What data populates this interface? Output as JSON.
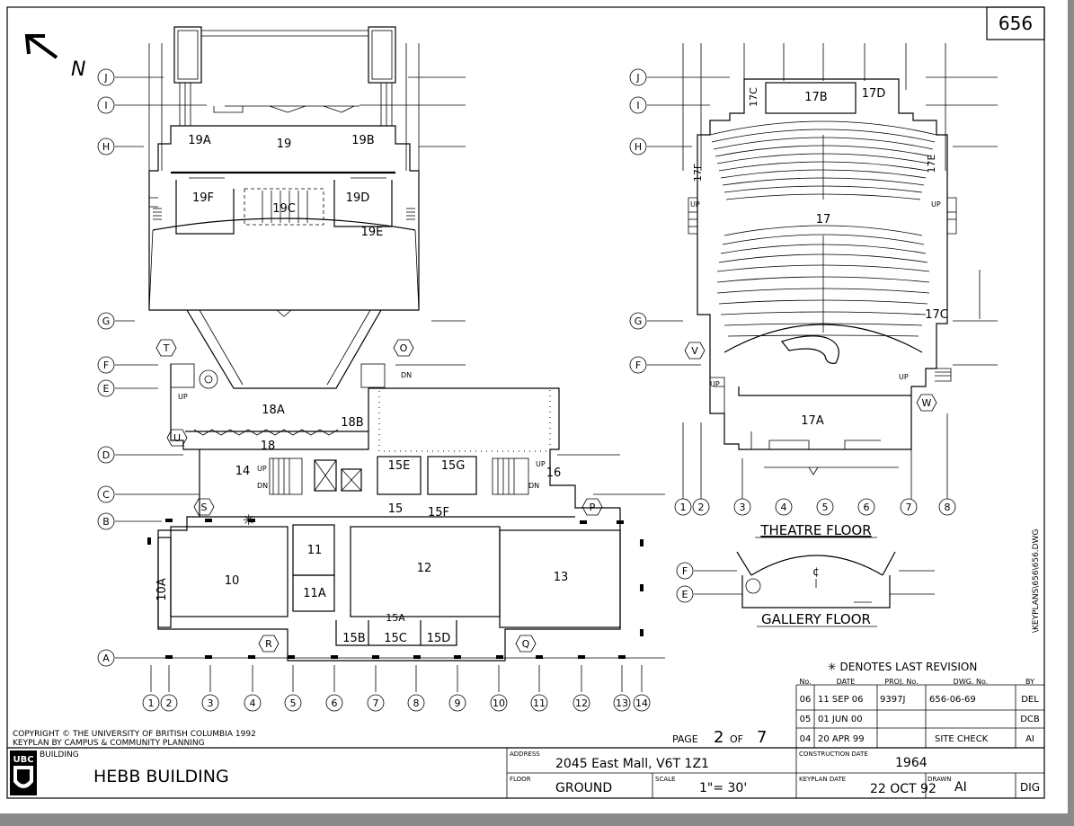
{
  "sheet_number": "656",
  "north_label": "N",
  "grid_rows": [
    "J",
    "I",
    "H",
    "G",
    "F",
    "E",
    "D",
    "C",
    "B",
    "A"
  ],
  "grid_cols": [
    "1",
    "2",
    "3",
    "4",
    "5",
    "6",
    "7",
    "8",
    "9",
    "10",
    "11",
    "12",
    "13",
    "14"
  ],
  "theatre_grid_rows": [
    "J",
    "I",
    "H",
    "G",
    "F"
  ],
  "theatre_grid_cols": [
    "1",
    "2",
    "3",
    "4",
    "5",
    "6",
    "7",
    "8"
  ],
  "gallery_grid_rows": [
    "F",
    "E"
  ],
  "entrance_markers": [
    "T",
    "O",
    "U",
    "S",
    "P",
    "R",
    "Q",
    "V",
    "W"
  ],
  "ground_rooms": [
    "19",
    "19A",
    "19B",
    "19C",
    "19D",
    "19E",
    "19F",
    "18",
    "18A",
    "18B",
    "14",
    "15",
    "15A",
    "15B",
    "15C",
    "15D",
    "15E",
    "15F",
    "15G",
    "16",
    "10",
    "10A",
    "11",
    "11A",
    "12",
    "13"
  ],
  "theatre_rooms": [
    "17",
    "17A",
    "17B",
    "17C",
    "17D",
    "17E",
    "17F",
    "17C"
  ],
  "stair_labels": {
    "up": "UP",
    "dn": "DN"
  },
  "views": {
    "theatre": "THEATRE FLOOR",
    "gallery": "GALLERY FLOOR"
  },
  "centerline_symbol": "¢",
  "file_path": "\\KEYPLANS\\656\\656.DWG",
  "copyright": [
    "COPYRIGHT © THE UNIVERSITY OF BRITISH COLUMBIA 1992",
    "KEYPLAN BY CAMPUS & COMMUNITY PLANNING"
  ],
  "page": {
    "label_a": "PAGE",
    "current": "2",
    "label_b": "OF",
    "total": "7"
  },
  "revisions": {
    "title": "✳ DENOTES LAST REVISION",
    "headers": [
      "No.",
      "DATE",
      "PROJ. No.",
      "DWG. No.",
      "BY"
    ],
    "rows": [
      [
        "06",
        "11 SEP 06",
        "9397J",
        "656-06-69",
        "DEL"
      ],
      [
        "05",
        "01 JUN 00",
        "",
        "",
        "DCB"
      ],
      [
        "04",
        "20 APR 99",
        "",
        "SITE CHECK",
        "AI"
      ]
    ]
  },
  "title_block": {
    "logo": "UBC",
    "building_label": "BUILDING",
    "building": "HEBB BUILDING",
    "address_label": "ADDRESS",
    "address": "2045 East Mall, V6T 1Z1",
    "floor_label": "FLOOR",
    "floor": "GROUND",
    "scale_label": "SCALE",
    "scale": "1\"= 30'",
    "construction_label": "CONSTRUCTION DATE",
    "construction": "1964",
    "keyplan_label": "KEYPLAN DATE",
    "keyplan": "22 OCT 92",
    "drawn_label": "DRAWN",
    "drawn": "AI",
    "dig": "DIG"
  }
}
